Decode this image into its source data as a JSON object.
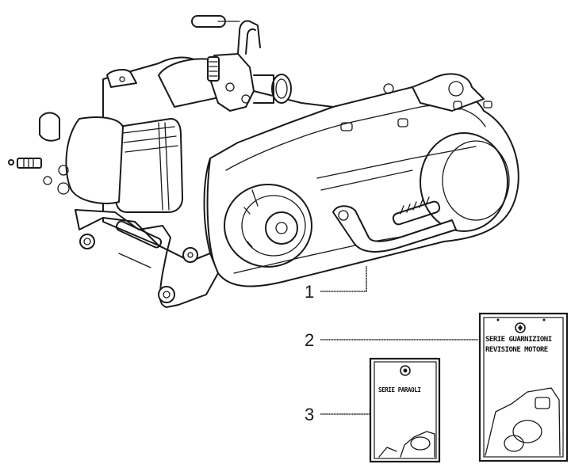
{
  "diagram": {
    "title": "Engine assembly exploded view",
    "callouts": [
      {
        "number": "1",
        "target": "engine-assembly"
      },
      {
        "number": "2",
        "target": "gasket-kit-card"
      },
      {
        "number": "3",
        "target": "oil-seal-kit-card"
      }
    ],
    "kits": [
      {
        "id": "gasket-kit",
        "line1": "SERIE GUARNIZIONI",
        "line2": "REVISIONE MOTORE"
      },
      {
        "id": "oil-seal-kit",
        "line1": "SERIE  PARAOLI"
      }
    ]
  }
}
